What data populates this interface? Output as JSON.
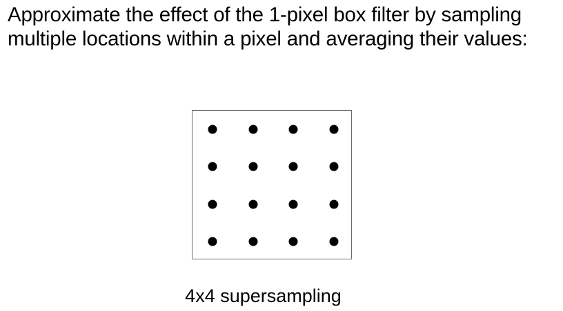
{
  "heading": {
    "line1": "Approximate the effect of the 1-pixel box filter by sampling",
    "line2": "multiple locations within a pixel and averaging their values:"
  },
  "diagram": {
    "grid_rows": 4,
    "grid_cols": 4,
    "caption": "4x4 supersampling"
  },
  "colors": {
    "dot": "#000000",
    "box_border": "#6b6b6b",
    "background": "#ffffff"
  }
}
